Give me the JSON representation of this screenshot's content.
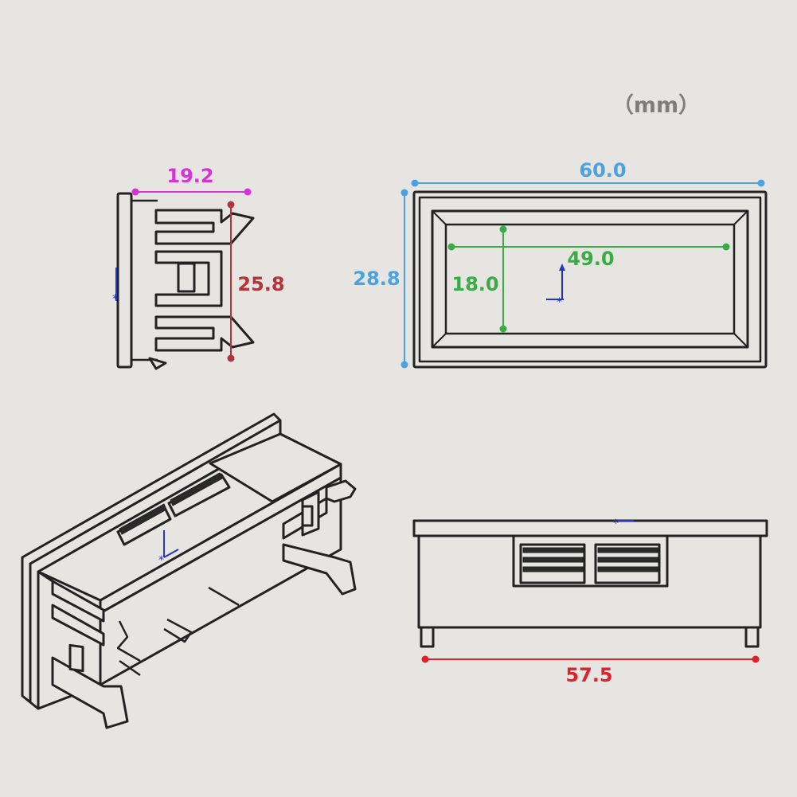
{
  "unit_label": "（mm）",
  "colors": {
    "depth": "#d633d6",
    "clip_height": "#b3343a",
    "panel": "#4aa3e0",
    "window": "#3aab45",
    "bottom": "#e0202a",
    "axis": "#2435c8"
  },
  "dimensions": {
    "depth": "19.2",
    "clip_height": "25.8",
    "panel_width": "60.0",
    "panel_height": "28.8",
    "window_width": "49.0",
    "window_height": "18.0",
    "body_width": "57.5"
  }
}
